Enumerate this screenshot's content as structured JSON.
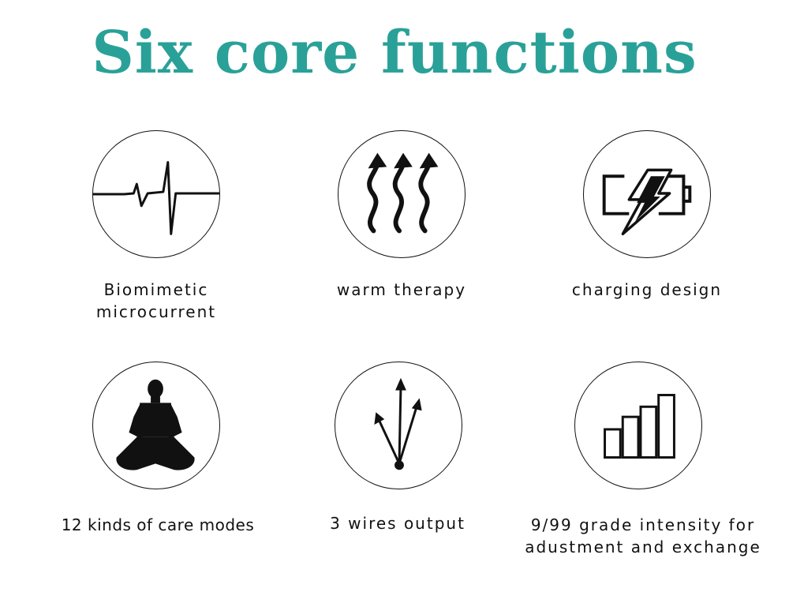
{
  "title": "Six core functions",
  "features": [
    {
      "label": "Biomimetic\nmicrocurrent",
      "icon": "heartbeat-icon"
    },
    {
      "label": "warm therapy",
      "icon": "heat-waves-icon"
    },
    {
      "label": "charging design",
      "icon": "battery-charging-icon"
    },
    {
      "label": "12 kinds of care modes",
      "icon": "meditation-pose-icon"
    },
    {
      "label": "3 wires output",
      "icon": "three-arrows-icon"
    },
    {
      "label": "9/99 grade intensity for\nadustment and exchange",
      "icon": "bar-levels-icon"
    }
  ],
  "colors": {
    "title": "#2aa198",
    "text": "#111111",
    "background": "#ffffff"
  }
}
